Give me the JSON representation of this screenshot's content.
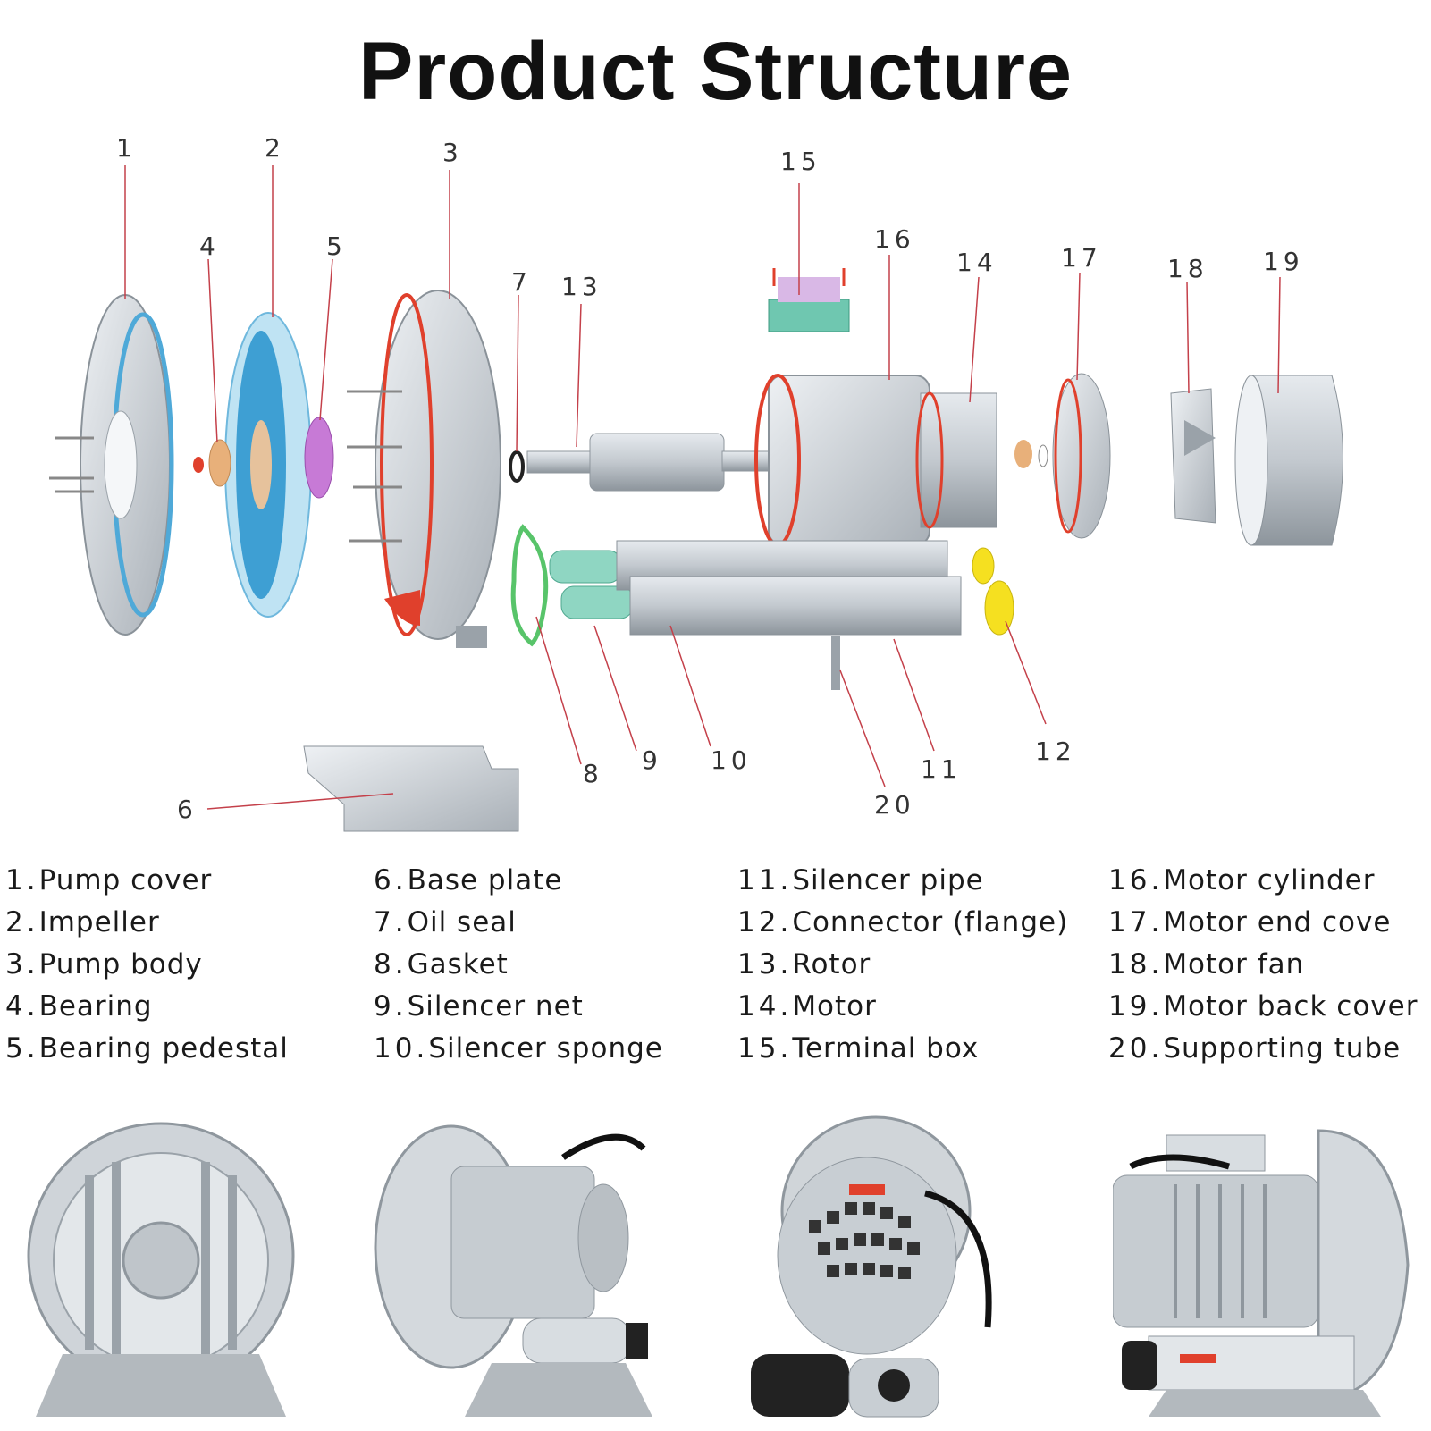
{
  "title": "Product Structure",
  "callouts": [
    "1",
    "2",
    "3",
    "4",
    "5",
    "6",
    "7",
    "8",
    "9",
    "10",
    "11",
    "12",
    "13",
    "14",
    "15",
    "16",
    "17",
    "18",
    "19",
    "20"
  ],
  "legend": {
    "col1": [
      {
        "num": "1.",
        "label": "Pump cover"
      },
      {
        "num": "2.",
        "label": "Impeller"
      },
      {
        "num": "3.",
        "label": "Pump body"
      },
      {
        "num": "4.",
        "label": "Bearing"
      },
      {
        "num": "5.",
        "label": "Bearing pedestal"
      }
    ],
    "col2": [
      {
        "num": "6.",
        "label": "Base plate"
      },
      {
        "num": "7.",
        "label": "Oil seal"
      },
      {
        "num": "8.",
        "label": "Gasket"
      },
      {
        "num": "9.",
        "label": "Silencer net"
      },
      {
        "num": "10.",
        "label": "Silencer sponge"
      }
    ],
    "col3": [
      {
        "num": "11.",
        "label": "Silencer pipe"
      },
      {
        "num": "12.",
        "label": "Connector (flange)"
      },
      {
        "num": "13.",
        "label": "Rotor"
      },
      {
        "num": "14.",
        "label": "Motor"
      },
      {
        "num": "15.",
        "label": "Terminal box"
      }
    ],
    "col4": [
      {
        "num": "16.",
        "label": "Motor cylinder"
      },
      {
        "num": "17.",
        "label": "Motor end cove"
      },
      {
        "num": "18.",
        "label": "Motor fan"
      },
      {
        "num": "19.",
        "label": "Motor back cover"
      },
      {
        "num": "20.",
        "label": "Supporting tube"
      }
    ]
  },
  "colors": {
    "metal": "#c9ced3",
    "metal_dark": "#8f979e",
    "blue": "#4fa9d8",
    "red": "#e0402c",
    "green": "#58c46a",
    "yellow": "#f5e020",
    "pink": "#c77ad6",
    "teal": "#6fc7b0",
    "leader": "#c4404a"
  }
}
